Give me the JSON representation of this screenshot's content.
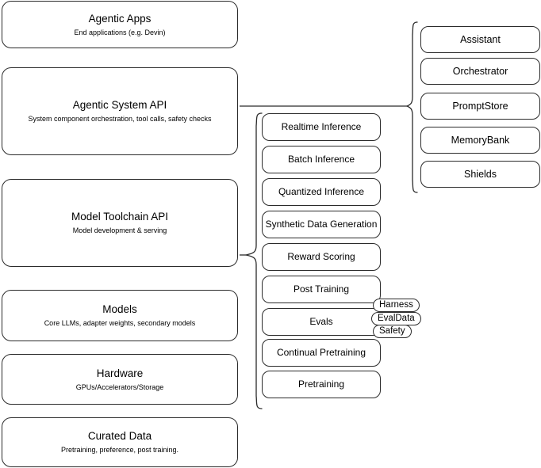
{
  "diagram": {
    "title": "Agentic stack layers diagram",
    "stroke_color": "#2b2b2b",
    "background_color": "#ffffff"
  },
  "left_stack": {
    "name": "platform-layers",
    "items": [
      {
        "title": "Agentic Apps",
        "subtitle": "End applications (e.g. Devin)"
      },
      {
        "title": "Agentic System API",
        "subtitle": "System component orchestration, tool calls, safety checks"
      },
      {
        "title": "Model Toolchain API",
        "subtitle": "Model development & serving"
      },
      {
        "title": "Models",
        "subtitle": "Core LLMs, adapter weights, secondary models"
      },
      {
        "title": "Hardware",
        "subtitle": "GPUs/Accelerators/Storage"
      },
      {
        "title": "Curated Data",
        "subtitle": "Pretraining, preference, post training."
      }
    ]
  },
  "middle_stack": {
    "name": "model-toolchain-capabilities",
    "items": [
      {
        "title": "Realtime Inference"
      },
      {
        "title": "Batch Inference"
      },
      {
        "title": "Quantized Inference"
      },
      {
        "title": "Synthetic Data Generation"
      },
      {
        "title": "Reward Scoring"
      },
      {
        "title": "Post Training"
      },
      {
        "title": "Evals"
      },
      {
        "title": "Continual Pretraining"
      },
      {
        "title": "Pretraining"
      }
    ]
  },
  "right_stack": {
    "name": "agentic-system-components",
    "items": [
      {
        "title": "Assistant"
      },
      {
        "title": "Orchestrator"
      },
      {
        "title": "PromptStore"
      },
      {
        "title": "MemoryBank"
      },
      {
        "title": "Shields"
      }
    ]
  },
  "eval_badges": {
    "name": "evals-sub-components",
    "items": [
      {
        "title": "Harness"
      },
      {
        "title": "EvalData"
      },
      {
        "title": "Safety"
      }
    ]
  }
}
